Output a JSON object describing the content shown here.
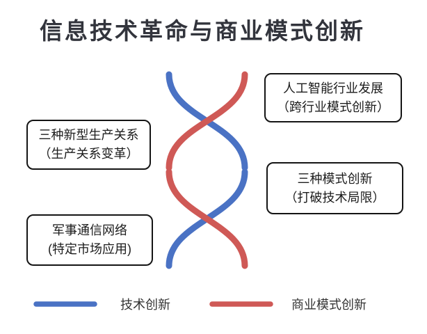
{
  "title": "信息技术革命与商业模式创新",
  "palette": {
    "tech_blue": "#4a72c4",
    "business_red": "#cf5956",
    "title_color": "#32343c",
    "box_border": "#141414",
    "background": "#ffffff"
  },
  "nodes": {
    "ai": {
      "line1": "人工智能行业发展",
      "line2": "（跨行业模式创新）"
    },
    "production": {
      "line1": "三种新型生产关系",
      "line2": "（生产关系变革）"
    },
    "modes": {
      "line1": "三种模式创新",
      "line2": "（打破技术局限）"
    },
    "military": {
      "line1": "军事通信网络",
      "line2": "(特定市场应用)"
    }
  },
  "legend": {
    "tech": {
      "label": "技术创新",
      "color": "#4a72c4"
    },
    "business": {
      "label": "商业模式创新",
      "color": "#cf5956"
    }
  }
}
